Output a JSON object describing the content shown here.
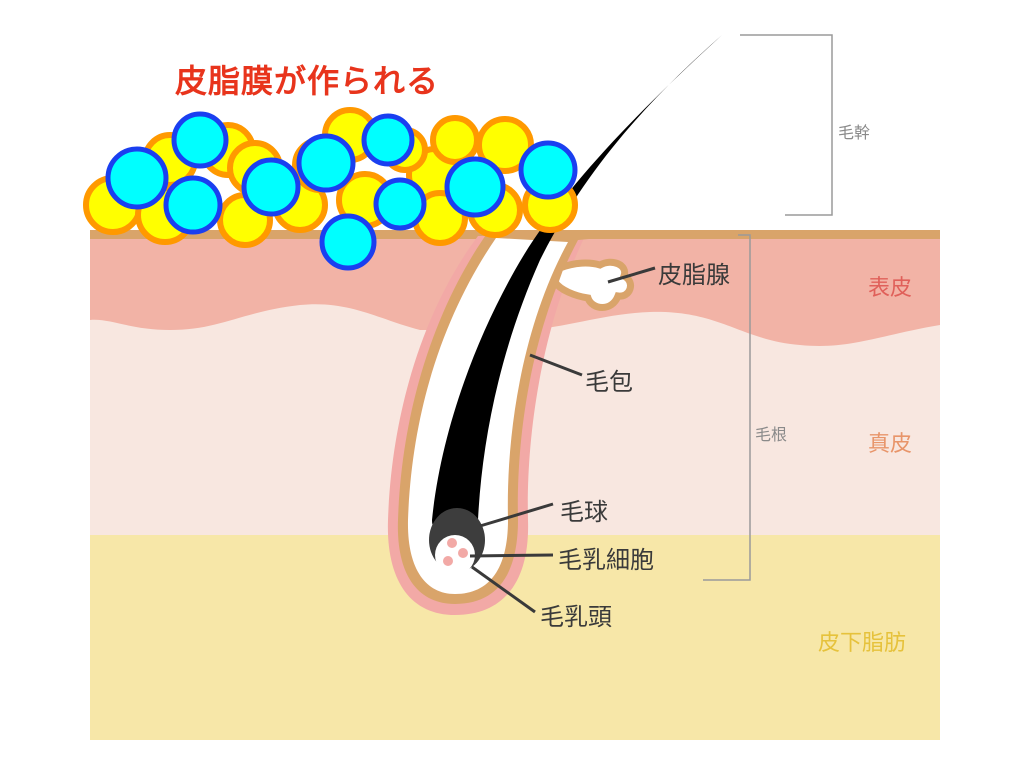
{
  "title": "皮脂膜が作られる",
  "labels": {
    "hair_shaft": "毛幹",
    "hair_root": "毛根",
    "sebaceous_gland": "皮脂腺",
    "hair_follicle": "毛包",
    "hair_bulb": "毛球",
    "dermal_papilla_cells": "毛乳細胞",
    "dermal_papilla": "毛乳頭"
  },
  "layers": {
    "epidermis": "表皮",
    "dermis": "真皮",
    "subcutaneous_fat": "皮下脂肪"
  },
  "colors": {
    "title": "#e8341c",
    "epidermis": "#f2b3a6",
    "dermis": "#f8e7e0",
    "fat": "#f7e7a8",
    "epidermis_label": "#e0605a",
    "dermis_label": "#e8956a",
    "fat_label": "#e6c23c",
    "sebum_yellow": "#ffff00",
    "sebum_orange": "#ff9900",
    "sebum_cyan": "#00ffff",
    "sebum_blue": "#1a3ff0"
  }
}
